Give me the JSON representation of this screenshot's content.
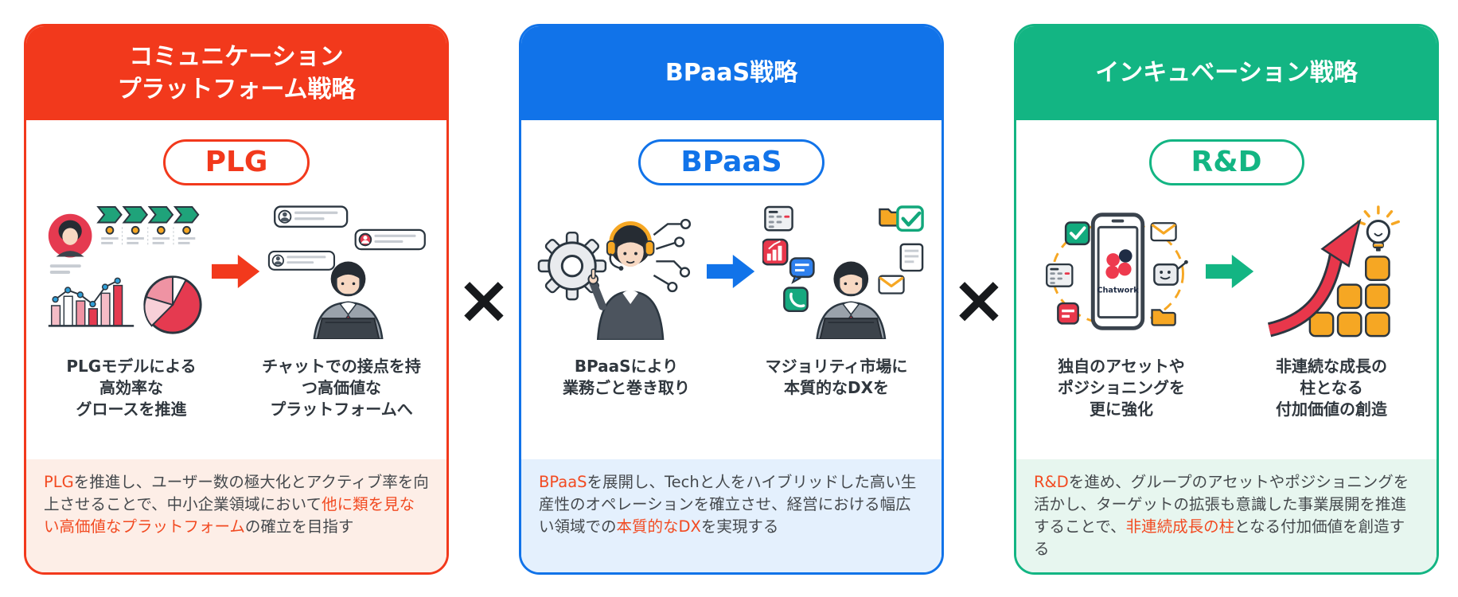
{
  "icons": {
    "multiply": "×"
  },
  "highlight_color": "#f24a21",
  "chatwork_logo_text": "Chatwork",
  "panels": [
    {
      "key": "communication-platform-strategy",
      "accent": "#f2391c",
      "desc_bg": "#fdeee7",
      "title_lines": [
        "コミュニケーション",
        "プラットフォーム戦略"
      ],
      "badge": "PLG",
      "captions": [
        [
          "PLGモデルによる",
          "高効率な",
          "グロースを推進"
        ],
        [
          "チャットでの接点を持",
          "つ高価値な",
          "プラットフォームへ"
        ]
      ],
      "description": [
        {
          "text": "PLG",
          "highlight": true
        },
        {
          "text": "を推進し、ユーザー数の極大化とアクティブ率を向上させることで、中小企業領域において",
          "highlight": false
        },
        {
          "text": "他に類を見ない高価値なプラットフォーム",
          "highlight": true
        },
        {
          "text": "の確立を目指す",
          "highlight": false
        }
      ]
    },
    {
      "key": "bpaas-strategy",
      "accent": "#1173e9",
      "desc_bg": "#e4f0fd",
      "title_lines": [
        "BPaaS戦略"
      ],
      "badge": "BPaaS",
      "captions": [
        [
          "BPaaSにより",
          "業務ごと巻き取り"
        ],
        [
          "マジョリティ市場に",
          "本質的なDXを"
        ]
      ],
      "description": [
        {
          "text": "BPaaS",
          "highlight": true
        },
        {
          "text": "を展開し、Techと人をハイブリッドした高い生産性のオペレーションを確立させ、経営における幅広い領域での",
          "highlight": false
        },
        {
          "text": "本質的なDX",
          "highlight": true
        },
        {
          "text": "を実現する",
          "highlight": false
        }
      ]
    },
    {
      "key": "incubation-strategy",
      "accent": "#13b583",
      "desc_bg": "#e7f6ef",
      "title_lines": [
        "インキュベーション戦略"
      ],
      "badge": "R&D",
      "captions": [
        [
          "独自のアセットや",
          "ポジショニングを",
          "更に強化"
        ],
        [
          "非連続な成長の",
          "柱となる",
          "付加価値の創造"
        ]
      ],
      "description": [
        {
          "text": "R&D",
          "highlight": true
        },
        {
          "text": "を進め、グループのアセットやポジショニングを活かし、ターゲットの拡張も意識した事業展開を推進することで、",
          "highlight": false
        },
        {
          "text": "非連続成長の柱",
          "highlight": true
        },
        {
          "text": "となる付加価値を創造する",
          "highlight": false
        }
      ]
    }
  ]
}
